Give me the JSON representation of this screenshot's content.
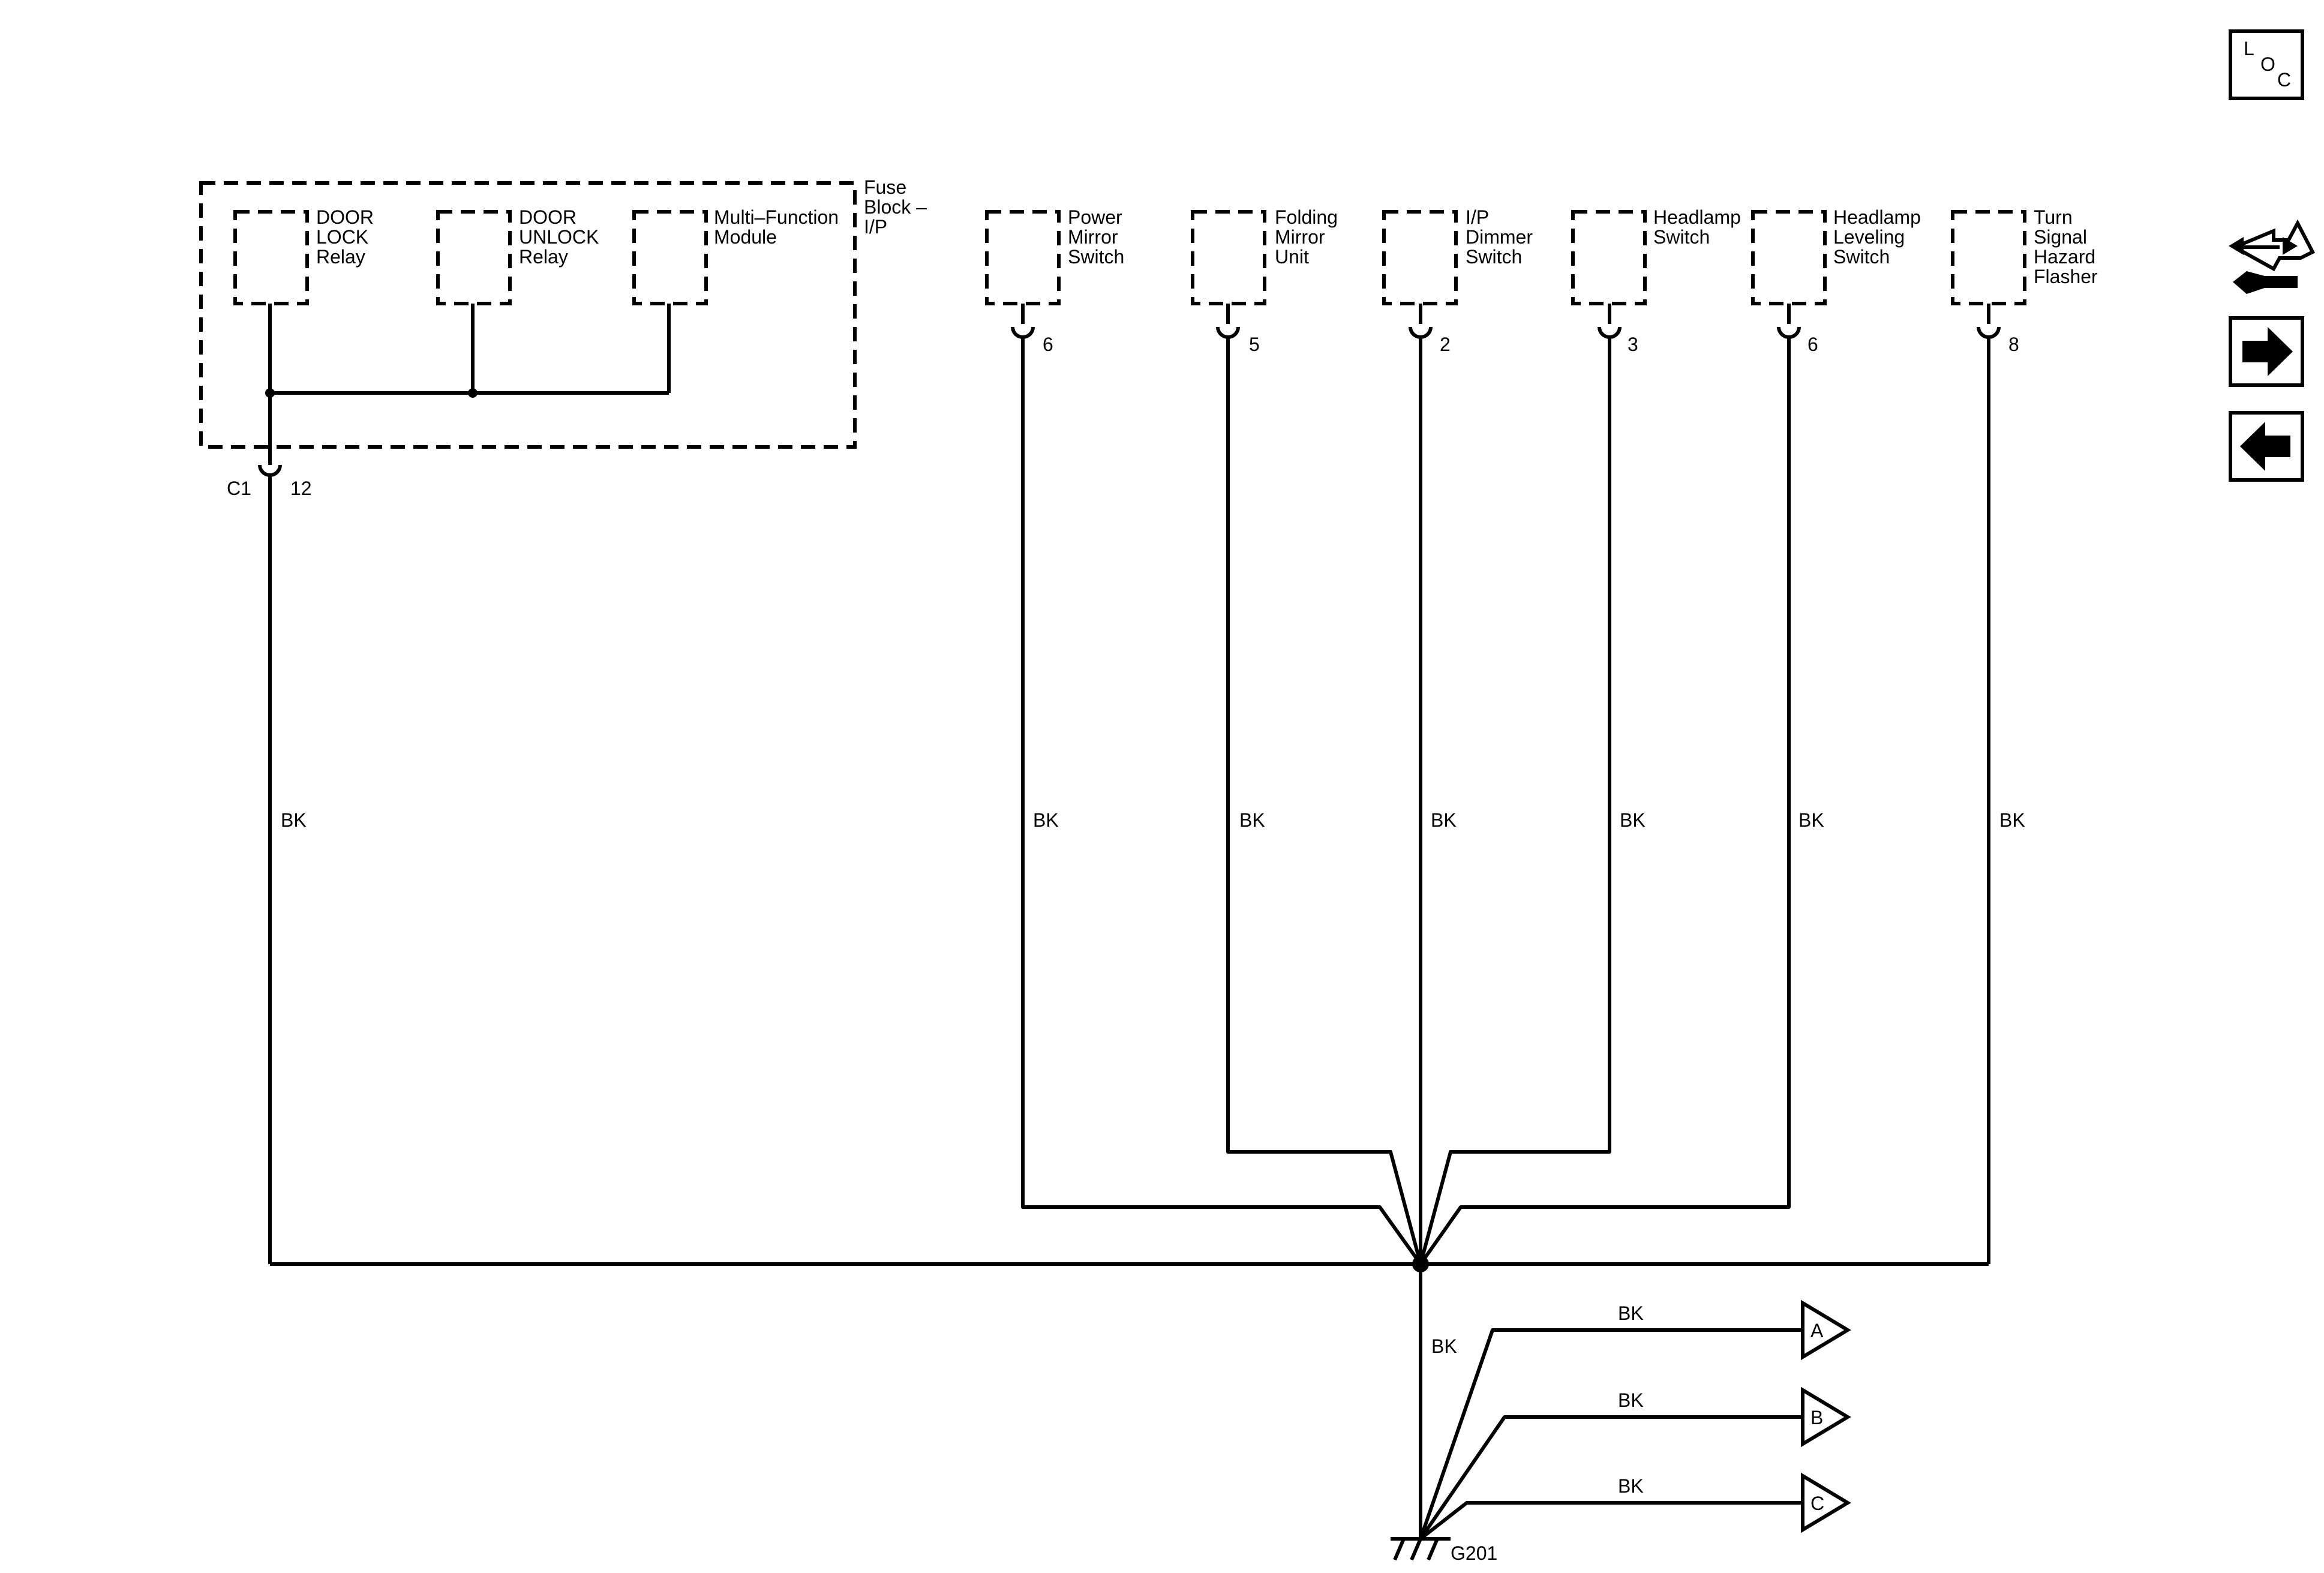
{
  "fuse_block": {
    "label_lines": [
      "Fuse",
      "Block –",
      "I/P"
    ],
    "connector_id": "C1",
    "connector_pin": "12",
    "wire_color": "BK",
    "components": [
      {
        "lines": [
          "DOOR",
          "LOCK",
          "Relay"
        ]
      },
      {
        "lines": [
          "DOOR",
          "UNLOCK",
          "Relay"
        ]
      },
      {
        "lines": [
          "Multi–Function",
          "Module"
        ]
      }
    ]
  },
  "components": [
    {
      "lines": [
        "Power",
        "Mirror",
        "Switch"
      ],
      "pin": "6",
      "wire_color": "BK"
    },
    {
      "lines": [
        "Folding",
        "Mirror",
        "Unit"
      ],
      "pin": "5",
      "wire_color": "BK"
    },
    {
      "lines": [
        "I/P",
        "Dimmer",
        "Switch"
      ],
      "pin": "2",
      "wire_color": "BK"
    },
    {
      "lines": [
        "Headlamp",
        "Switch"
      ],
      "pin": "3",
      "wire_color": "BK"
    },
    {
      "lines": [
        "Headlamp",
        "Leveling",
        "Switch"
      ],
      "pin": "6",
      "wire_color": "BK"
    },
    {
      "lines": [
        "Turn",
        "Signal",
        "Hazard",
        "Flasher"
      ],
      "pin": "8",
      "wire_color": "BK"
    }
  ],
  "ground": {
    "id": "G201",
    "trunk_wire_color": "BK",
    "branches": [
      {
        "letter": "A",
        "wire_color": "BK"
      },
      {
        "letter": "B",
        "wire_color": "BK"
      },
      {
        "letter": "C",
        "wire_color": "BK"
      }
    ]
  },
  "nav": {
    "loc_letters": [
      "L",
      "O",
      "C"
    ],
    "connector_icon": "connector-harness-icon",
    "next_icon": "arrow-right-icon",
    "prev_icon": "arrow-left-icon"
  }
}
